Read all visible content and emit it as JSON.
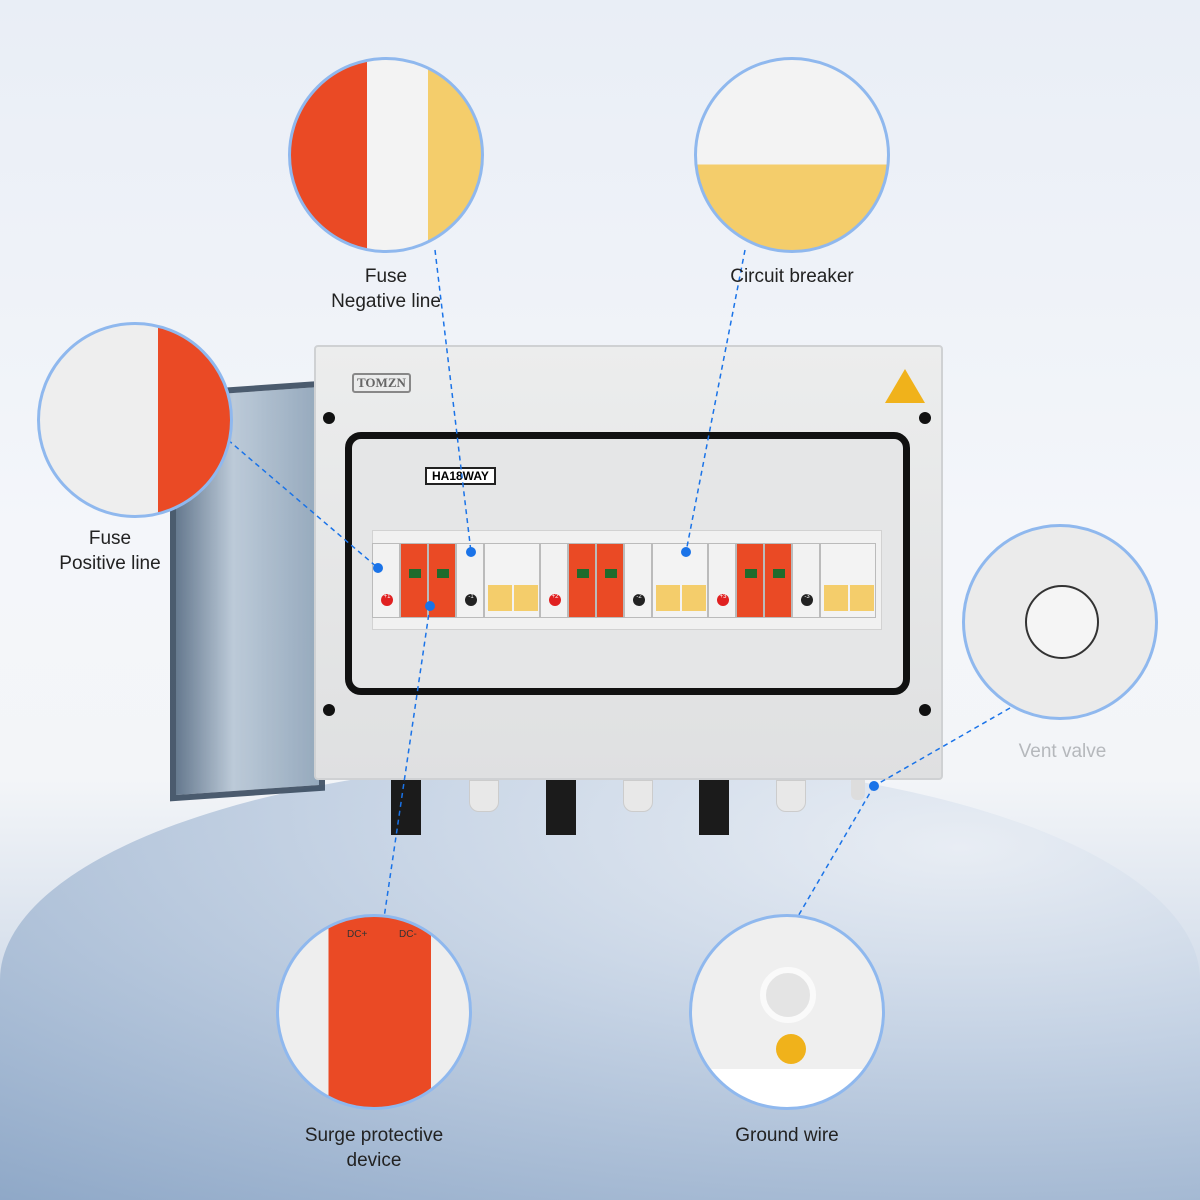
{
  "brand": "TOMZN",
  "model": "HA18WAY",
  "callouts": {
    "fuse_negative": {
      "line1": "Fuse",
      "line2": "Negative line"
    },
    "circuit_breaker": {
      "line1": "Circuit breaker"
    },
    "fuse_positive": {
      "line1": "Fuse",
      "line2": "Positive line"
    },
    "vent_valve": {
      "line1": "Vent valve"
    },
    "surge": {
      "line1": "Surge protective",
      "line2": "device"
    },
    "ground": {
      "line1": "Ground wire"
    }
  },
  "spd_labels": {
    "plus": "DC+",
    "minus": "DC-"
  },
  "fuse_markers": [
    "+1",
    "-1",
    "+2",
    "-2",
    "+3",
    "-3"
  ],
  "colors": {
    "accent": "#1a73e8",
    "spd": "#ea4a25",
    "breaker": "#f4cd6b"
  }
}
